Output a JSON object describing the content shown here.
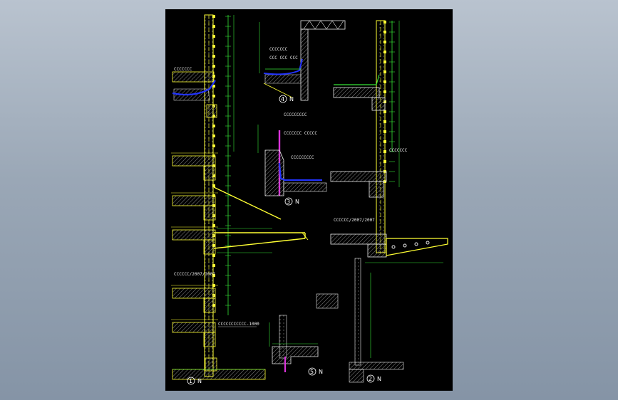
{
  "colors": {
    "background_top": "#b9c3cf",
    "background_bottom": "#8594a6",
    "viewport": "#000000",
    "structure": "#ffff33",
    "dimension": "#35e235",
    "waterproof": "#2233ff",
    "flashing": "#dd33dd",
    "hatch": "#888888",
    "text": "#eaeaea"
  },
  "details": {
    "d1": {
      "number": "1",
      "suffix": "N"
    },
    "d2": {
      "number": "2",
      "suffix": "N"
    },
    "d3": {
      "number": "3",
      "suffix": "N"
    },
    "d4": {
      "number": "4",
      "suffix": "N"
    },
    "d5": {
      "number": "5",
      "suffix": "N"
    }
  },
  "labels": {
    "d1_wall_note": "CCCCCCC",
    "d1_ext_note": "CCCCCC/2007/2007",
    "d1_slab_note": "CCCCCCCCCCC-1000",
    "d2_beam_note": "CCCCCC/2007/2007",
    "d2_ext_note": "CCCCCCC",
    "d3_note_1": "CCCCCCCCC",
    "d3_note_2": "CCCCCCC CCCCC",
    "d3_note_3": "CCCCCCCCC",
    "d4_note_1": "CCCCCCC",
    "d4_note_2": "CCC CCC CCC"
  },
  "icons": {
    "hatch": "concrete-hatch",
    "level": "elevation-marker",
    "circle": "detail-number-circle"
  }
}
